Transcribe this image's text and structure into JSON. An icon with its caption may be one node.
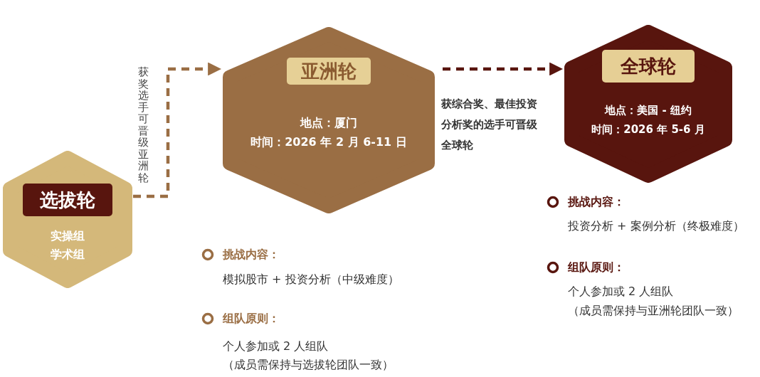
{
  "diagram": {
    "nodes": [
      {
        "text": [
          "选拔轮",
          "实操组",
          "学术组"
        ]
      },
      {
        "text": [
          "亚洲轮",
          "地点：厦门",
          "时间：2026 年 2 月 6-11 日"
        ],
        "beside": [
          "挑战内容：",
          "模拟股市 + 投资分析（中级难度）",
          "组队原则：",
          "个人参加或 2 人组队",
          "（成员需保持与选拔轮团队一致）"
        ]
      },
      {
        "text": [
          "全球轮",
          "地点：美国 - 纽约",
          "时间：2026 年 5-6 月"
        ],
        "beside": [
          "挑战内容：",
          "投资分析 + 案例分析（终极难度）",
          "组队原则：",
          "个人参加或 2 人组队",
          "（成员需保持与亚洲轮团队一致）"
        ]
      }
    ],
    "edges": [
      {
        "from": 0,
        "to": 1,
        "arrow": "to",
        "label": "获奖选手可晋级亚洲轮",
        "style": "dashed",
        "color": "#9a6e44"
      },
      {
        "from": 1,
        "to": 2,
        "arrow": "to",
        "label": "获综合奖、最佳投资分析奖的选手可晋级全球轮",
        "style": "dashed",
        "color": "#58150e"
      }
    ]
  }
}
